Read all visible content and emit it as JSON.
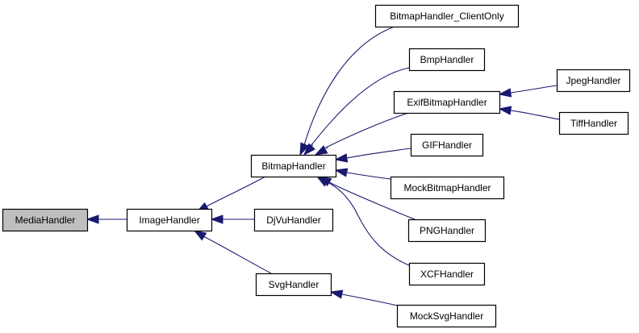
{
  "diagram": {
    "type": "class-inheritance-graph",
    "colors": {
      "edge": "#191970",
      "node_border": "#000000",
      "node_fill": "#ffffff",
      "root_fill": "#bfbfbf"
    },
    "nodes": [
      {
        "id": "MediaHandler",
        "label": "MediaHandler",
        "highlighted": true
      },
      {
        "id": "ImageHandler",
        "label": "ImageHandler",
        "highlighted": false
      },
      {
        "id": "BitmapHandler",
        "label": "BitmapHandler",
        "highlighted": false
      },
      {
        "id": "DjVuHandler",
        "label": "DjVuHandler",
        "highlighted": false
      },
      {
        "id": "SvgHandler",
        "label": "SvgHandler",
        "highlighted": false
      },
      {
        "id": "BitmapHandler_ClientOnly",
        "label": "BitmapHandler_ClientOnly",
        "highlighted": false
      },
      {
        "id": "BmpHandler",
        "label": "BmpHandler",
        "highlighted": false
      },
      {
        "id": "ExifBitmapHandler",
        "label": "ExifBitmapHandler",
        "highlighted": false
      },
      {
        "id": "JpegHandler",
        "label": "JpegHandler",
        "highlighted": false
      },
      {
        "id": "TiffHandler",
        "label": "TiffHandler",
        "highlighted": false
      },
      {
        "id": "GIFHandler",
        "label": "GIFHandler",
        "highlighted": false
      },
      {
        "id": "MockBitmapHandler",
        "label": "MockBitmapHandler",
        "highlighted": false
      },
      {
        "id": "PNGHandler",
        "label": "PNGHandler",
        "highlighted": false
      },
      {
        "id": "XCFHandler",
        "label": "XCFHandler",
        "highlighted": false
      },
      {
        "id": "MockSvgHandler",
        "label": "MockSvgHandler",
        "highlighted": false
      }
    ],
    "edges": [
      {
        "from": "ImageHandler",
        "to": "MediaHandler"
      },
      {
        "from": "BitmapHandler",
        "to": "ImageHandler"
      },
      {
        "from": "DjVuHandler",
        "to": "ImageHandler"
      },
      {
        "from": "SvgHandler",
        "to": "ImageHandler"
      },
      {
        "from": "BitmapHandler_ClientOnly",
        "to": "BitmapHandler"
      },
      {
        "from": "BmpHandler",
        "to": "BitmapHandler"
      },
      {
        "from": "ExifBitmapHandler",
        "to": "BitmapHandler"
      },
      {
        "from": "GIFHandler",
        "to": "BitmapHandler"
      },
      {
        "from": "MockBitmapHandler",
        "to": "BitmapHandler"
      },
      {
        "from": "PNGHandler",
        "to": "BitmapHandler"
      },
      {
        "from": "XCFHandler",
        "to": "BitmapHandler"
      },
      {
        "from": "JpegHandler",
        "to": "ExifBitmapHandler"
      },
      {
        "from": "TiffHandler",
        "to": "ExifBitmapHandler"
      },
      {
        "from": "MockSvgHandler",
        "to": "SvgHandler"
      }
    ]
  }
}
